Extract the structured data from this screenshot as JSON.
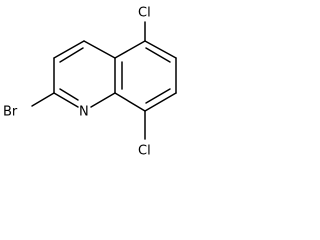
{
  "diagram": {
    "atoms": {
      "chlorine_5": "Cl",
      "chlorine_8": "Cl",
      "bromine_2": "Br",
      "nitrogen_1": "N"
    }
  }
}
